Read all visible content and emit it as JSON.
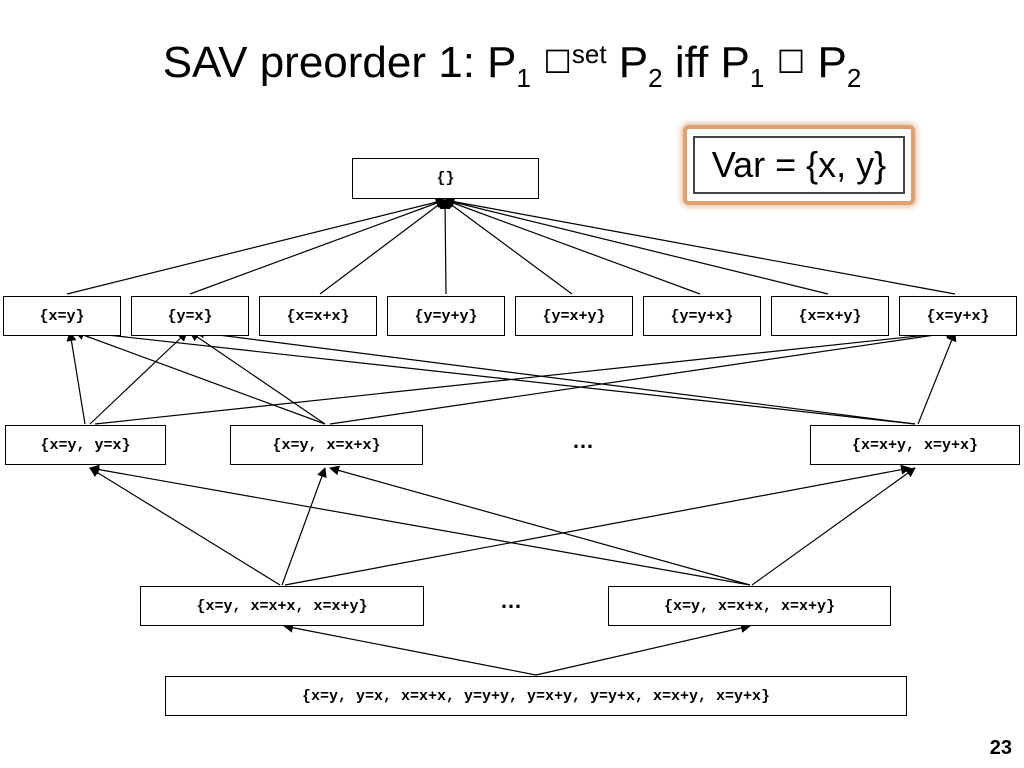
{
  "title": {
    "lead": "SAV preorder 1: P",
    "sub1": "1",
    "glyph1": "☐",
    "sup": "set",
    "mid": " P",
    "sub2": "2",
    "iff": " iff  P",
    "sub3": "1",
    "glyph2": "☐",
    "end": " P",
    "sub4": "2"
  },
  "var_box": "Var = {x, y}",
  "page_number": "23",
  "ellipsis": "…",
  "nodes": {
    "top": "{}",
    "l1": [
      "{x=y}",
      "{y=x}",
      "{x=x+x}",
      "{y=y+y}",
      "{y=x+y}",
      "{y=y+x}",
      "{x=x+y}",
      "{x=y+x}"
    ],
    "l2": [
      "{x=y, y=x}",
      "{x=y, x=x+x}",
      "{x=x+y, x=y+x}"
    ],
    "l3": [
      "{x=y, x=x+x, x=x+y}",
      "{x=y, x=x+x, x=x+y}"
    ],
    "bottom": "{x=y, y=x, x=x+x, y=y+y, y=x+y, y=y+x, x=x+y, x=y+x}"
  }
}
